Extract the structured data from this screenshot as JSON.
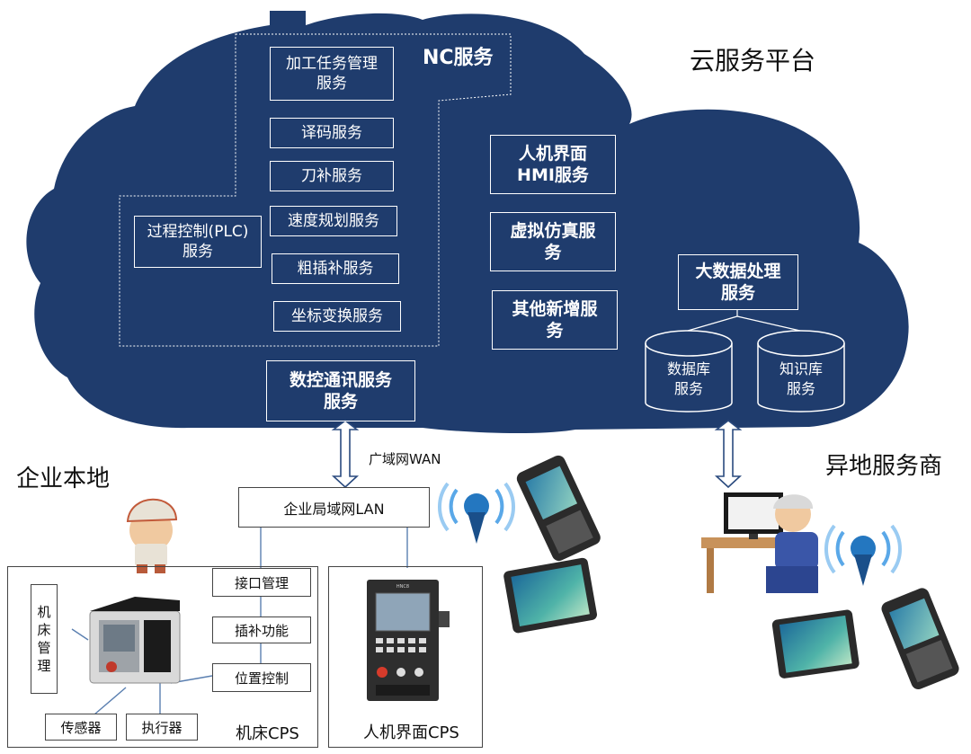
{
  "cloud": {
    "platform_label": "云服务平台",
    "nc_group_label": "NC服务",
    "services": {
      "task_mgmt": "加工任务管理\n服务",
      "decode": "译码服务",
      "tool_comp": "刀补服务",
      "speed_plan": "速度规划服务",
      "rough_interp": "粗插补服务",
      "coord_transform": "坐标变换服务",
      "plc": "过程控制(PLC)\n服务",
      "nc_comm": "数控通讯服务\n服务",
      "hmi": "人机界面\nHMI服务",
      "virtual_sim": "虚拟仿真服\n务",
      "other_new": "其他新增服\n务",
      "big_data": "大数据处理\n服务",
      "database": "数据库\n服务",
      "knowledge_base": "知识库\n服务"
    }
  },
  "network": {
    "wan_label": "广域网WAN",
    "lan_label": "企业局域网LAN"
  },
  "enterprise": {
    "label": "企业本地",
    "machine_cps_label": "机床CPS",
    "hmi_cps_label": "人机界面CPS",
    "machine_mgmt": "机\n床\n管\n理",
    "interface_mgmt": "接口管理",
    "interp_func": "插补功能",
    "position_ctrl": "位置控制",
    "sensor": "传感器",
    "actuator": "执行器",
    "hmi_panel_brand": "HNC8"
  },
  "remote": {
    "label": "异地服务商"
  },
  "colors": {
    "cloud_fill": "#1f3c6d",
    "arrow_stroke": "#2a4a7e",
    "white": "#ffffff"
  }
}
